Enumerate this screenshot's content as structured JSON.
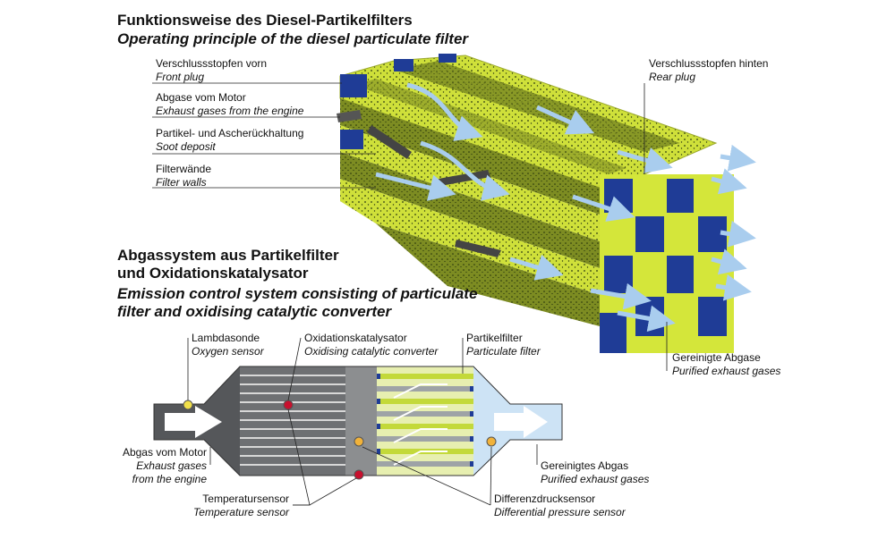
{
  "section1": {
    "title_de": "Funktionsweise des Diesel-Partikelfilters",
    "title_en": "Operating principle of the diesel particulate filter"
  },
  "section2": {
    "title_de_1": "Abgassystem aus Partikelfilter",
    "title_de_2": "und Oxidationskatalysator",
    "title_en_1": "Emission control system consisting of particulate",
    "title_en_2": "filter and oxidising catalytic converter"
  },
  "filter_labels": {
    "front_plug_de": "Verschlussstopfen vorn",
    "front_plug_en": "Front plug",
    "exhaust_in_de": "Abgase vom Motor",
    "exhaust_in_en": "Exhaust gases from the engine",
    "soot_de": "Partikel- und Ascherückhaltung",
    "soot_en": "Soot deposit",
    "walls_de": "Filterwände",
    "walls_en": "Filter walls",
    "rear_plug_de": "Verschlussstopfen hinten",
    "rear_plug_en": "Rear plug",
    "purified_de": "Gereinigte Abgase",
    "purified_en": "Purified exhaust gases"
  },
  "system_labels": {
    "lambda_de": "Lambdasonde",
    "lambda_en": "Oxygen sensor",
    "oxicat_de": "Oxidationskatalysator",
    "oxicat_en": "Oxidising catalytic converter",
    "dpf_de": "Partikelfilter",
    "dpf_en": "Particulate filter",
    "exhaust_de": "Abgas vom Motor",
    "exhaust_en_1": "Exhaust gases",
    "exhaust_en_2": "from the engine",
    "temp_de": "Temperatursensor",
    "temp_en": "Temperature sensor",
    "diffp_de": "Differenzdrucksensor",
    "diffp_en": "Differential pressure sensor",
    "purified_de": "Gereinigtes Abgas",
    "purified_en": "Purified exhaust gases"
  },
  "colors": {
    "filter_wall": "#d4e63a",
    "filter_wall_dark": "#8a9a1e",
    "plug": "#1f3c96",
    "arrow": "#a9cdee",
    "housing_dark": "#55575a",
    "housing_mid": "#8c8e90",
    "outlet": "#cde3f5",
    "sensor_yellow": "#f1e04a",
    "sensor_red": "#c8102e"
  }
}
